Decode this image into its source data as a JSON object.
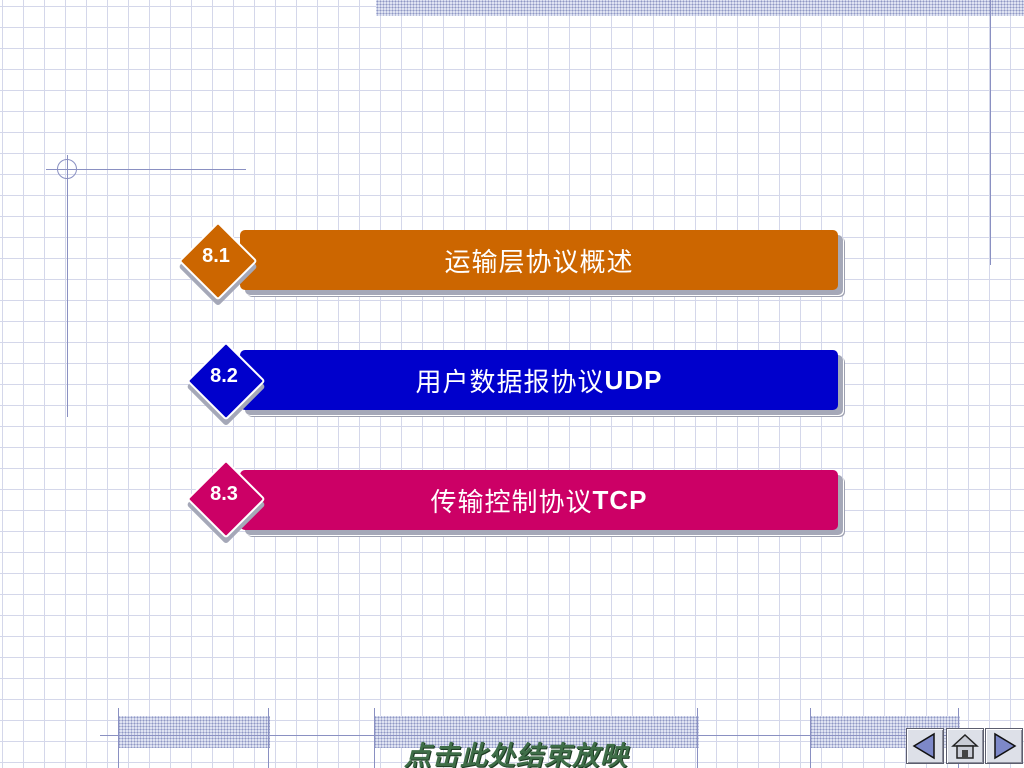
{
  "topics": [
    {
      "number": "8.1",
      "title_cn": "运输层协议概述",
      "title_latin": "",
      "color": "#cc6600"
    },
    {
      "number": "8.2",
      "title_cn": "用户数据报协议",
      "title_latin": "UDP",
      "color": "#0000cc"
    },
    {
      "number": "8.3",
      "title_cn": "传输控制协议",
      "title_latin": "TCP",
      "color": "#cc0066"
    }
  ],
  "footer": {
    "end_show_label": "点击此处结束放映"
  },
  "nav": {
    "prev_icon": "triangle-left-icon",
    "home_icon": "home-icon",
    "next_icon": "triangle-right-icon"
  },
  "colors": {
    "grid": "#d4d7ea",
    "decor_line": "#8a90c2",
    "end_show_text": "#3f6e48"
  }
}
